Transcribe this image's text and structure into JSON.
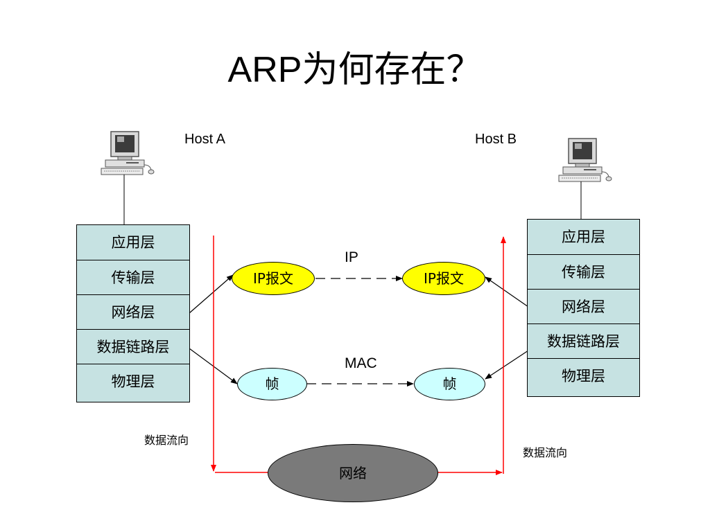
{
  "title": "ARP为何存在？",
  "hosts": {
    "a": {
      "label": "Host A"
    },
    "b": {
      "label": "Host B"
    }
  },
  "layers": [
    "应用层",
    "传输层",
    "网络层",
    "数据链路层",
    "物理层"
  ],
  "packets": {
    "ip": "IP报文",
    "frame": "帧"
  },
  "protocols": {
    "ip": "IP",
    "mac": "MAC"
  },
  "network": "网络",
  "flow_label": "数据流向",
  "colors": {
    "layer_fill": "#c6e2e2",
    "ip_packet": "#ffff00",
    "frame": "#ccffff",
    "network": "#7a7a7a",
    "flow_line": "#ff0000"
  },
  "icons": [
    "computer-icon"
  ]
}
